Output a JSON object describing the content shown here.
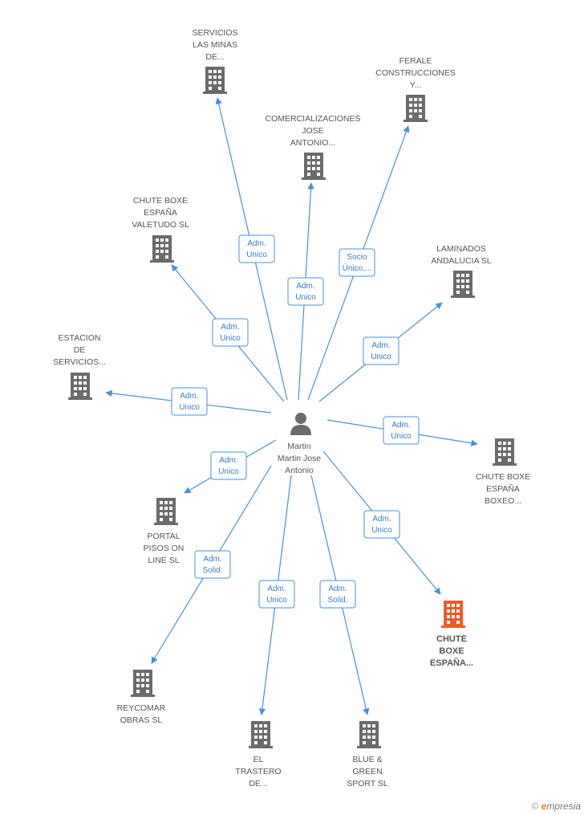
{
  "colors": {
    "edge": "#4a90d9",
    "building": "#6b6b6b",
    "building_highlight": "#f05a28",
    "person": "#6b6b6b",
    "label": "#555555"
  },
  "center": {
    "name_lines": [
      "Martin",
      "Martin Jose",
      "Antonio"
    ],
    "icon": "person-icon"
  },
  "nodes": [
    {
      "id": "servicios-las-minas",
      "lines": [
        "SERVICIOS",
        "LAS MINAS",
        "DE..."
      ],
      "relation": [
        "Adm.",
        "Unico"
      ],
      "icon": "building-icon"
    },
    {
      "id": "comercializaciones-jose",
      "lines": [
        "COMERCIALIZACIONES",
        "JOSE",
        "ANTONIO..."
      ],
      "relation": [
        "Adm.",
        "Unico"
      ],
      "icon": "building-icon"
    },
    {
      "id": "ferale-construcciones",
      "lines": [
        "FERALE",
        "CONSTRUCCIONES",
        "Y..."
      ],
      "relation": [
        "Socio",
        "Único,..."
      ],
      "icon": "building-icon"
    },
    {
      "id": "chute-boxe-valetudo",
      "lines": [
        "CHUTE BOXE",
        "ESPAÑA",
        "VALETUDO SL"
      ],
      "relation": [
        "Adm.",
        "Unico"
      ],
      "icon": "building-icon"
    },
    {
      "id": "laminados-andalucia",
      "lines": [
        "LAMINADOS",
        "ANDALUCIA SL"
      ],
      "relation": [
        "Adm.",
        "Unico"
      ],
      "icon": "building-icon"
    },
    {
      "id": "estacion-de-servicios",
      "lines": [
        "ESTACION",
        "DE",
        "SERVICIOS..."
      ],
      "relation": [
        "Adm.",
        "Unico"
      ],
      "icon": "building-icon"
    },
    {
      "id": "chute-boxe-boxeo",
      "lines": [
        "CHUTE BOXE",
        "ESPAÑA",
        "BOXEO..."
      ],
      "relation": [
        "Adm.",
        "Unico"
      ],
      "icon": "building-icon"
    },
    {
      "id": "portal-pisos-online",
      "lines": [
        "PORTAL",
        "PISOS ON",
        "LINE SL"
      ],
      "relation": [
        "Adm.",
        "Unico"
      ],
      "icon": "building-icon"
    },
    {
      "id": "chute-boxe-highlight",
      "lines": [
        "CHUTE",
        "BOXE",
        "ESPAÑA..."
      ],
      "relation": [
        "Adm.",
        "Unico"
      ],
      "icon": "building-icon",
      "highlight": true
    },
    {
      "id": "reycomar-obras",
      "lines": [
        "REYCOMAR",
        "OBRAS SL"
      ],
      "relation": [
        "Adm.",
        "Solid."
      ],
      "icon": "building-icon"
    },
    {
      "id": "el-trastero",
      "lines": [
        "EL",
        "TRASTERO",
        "DE..."
      ],
      "relation": [
        "Adm.",
        "Unico"
      ],
      "icon": "building-icon"
    },
    {
      "id": "blue-green-sport",
      "lines": [
        "BLUE &",
        "GREEN",
        "SPORT SL"
      ],
      "relation": [
        "Adm.",
        "Solid."
      ],
      "icon": "building-icon"
    }
  ],
  "brand": {
    "copyright": "©",
    "e": "e",
    "rest": "mpresia"
  }
}
